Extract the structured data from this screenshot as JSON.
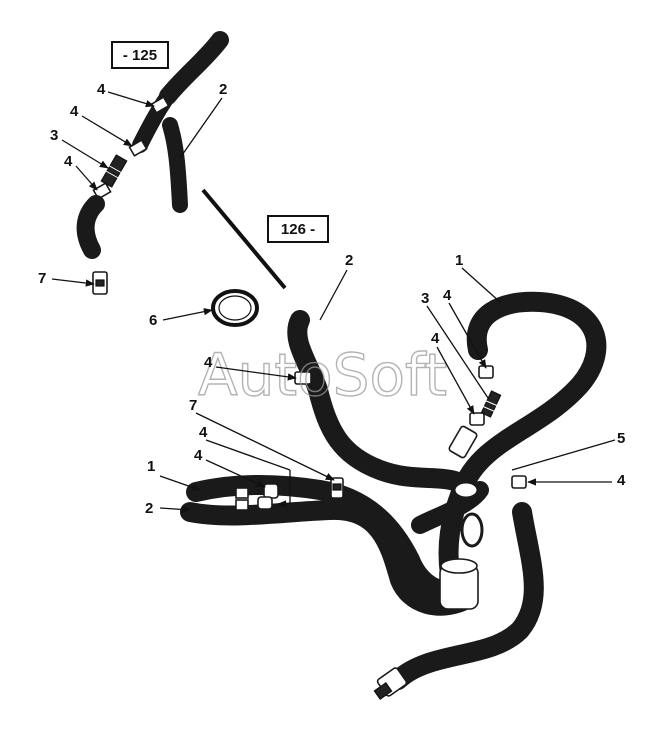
{
  "diagram": {
    "ref_boxes": [
      {
        "id": "box-125",
        "text": "- 125"
      },
      {
        "id": "box-126",
        "text": "126 -"
      }
    ],
    "callouts": [
      "4",
      "4",
      "3",
      "4",
      "2",
      "7",
      "2",
      "1",
      "6",
      "4",
      "3",
      "4",
      "4",
      "7",
      "4",
      "4",
      "1",
      "2",
      "5",
      "4"
    ],
    "watermark": "AutoSoft",
    "colors": {
      "line": "#1a1a1a",
      "watermark": "#9a9a9a",
      "background": "#ffffff"
    }
  }
}
